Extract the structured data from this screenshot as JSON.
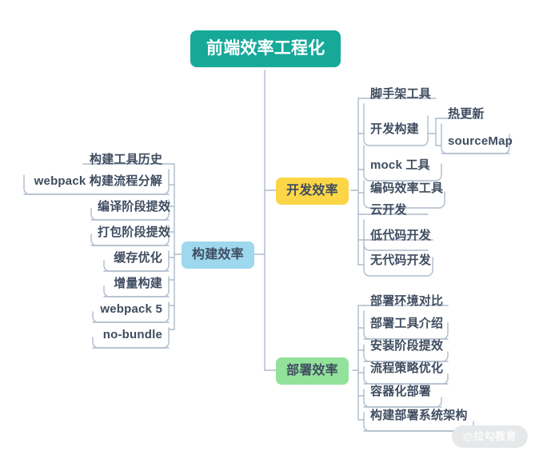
{
  "theme": {
    "background": "#ffffff",
    "root_fill": "#16a99a",
    "root_text": "#ffffff",
    "dev_fill": "#fcd646",
    "build_fill": "#9ed8ee",
    "deploy_fill": "#93e29b",
    "text_color": "#3f4d60",
    "line_color": "#aebccc",
    "watermark_fill": "#e6e8ea",
    "watermark_text": "#fbfbfb"
  },
  "root": {
    "label": "前端效率工程化"
  },
  "branches": {
    "dev": {
      "label": "开发效率",
      "items": [
        {
          "label": "脚手架工具"
        },
        {
          "label": "开发构建"
        },
        {
          "label": "mock 工具"
        },
        {
          "label": "编码效率工具"
        },
        {
          "label": "云开发"
        },
        {
          "label": "低代码开发"
        },
        {
          "label": "无代码开发"
        }
      ],
      "dev_build_children": [
        {
          "label": "热更新"
        },
        {
          "label": "sourceMap"
        }
      ]
    },
    "build": {
      "label": "构建效率",
      "items": [
        {
          "label": "构建工具历史"
        },
        {
          "label": "webpack 构建流程分解"
        },
        {
          "label": "编译阶段提效"
        },
        {
          "label": "打包阶段提效"
        },
        {
          "label": "缓存优化"
        },
        {
          "label": "增量构建"
        },
        {
          "label": "webpack 5"
        },
        {
          "label": "no-bundle"
        }
      ]
    },
    "deploy": {
      "label": "部署效率",
      "items": [
        {
          "label": "部署环境对比"
        },
        {
          "label": "部署工具介绍"
        },
        {
          "label": "安装阶段提效"
        },
        {
          "label": "流程策略优化"
        },
        {
          "label": "容器化部署"
        },
        {
          "label": "构建部署系统架构"
        }
      ]
    }
  },
  "watermark": {
    "label": "@拉勾教育"
  }
}
